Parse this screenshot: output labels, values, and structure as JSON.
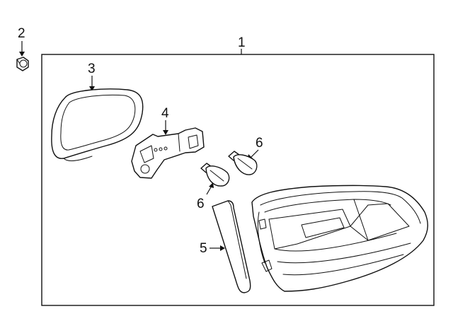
{
  "callouts": {
    "c1": "1",
    "c2": "2",
    "c3": "3",
    "c4": "4",
    "c5": "5",
    "c6a": "6",
    "c6b": "6"
  },
  "colors": {
    "line": "#111111",
    "background": "#ffffff"
  }
}
